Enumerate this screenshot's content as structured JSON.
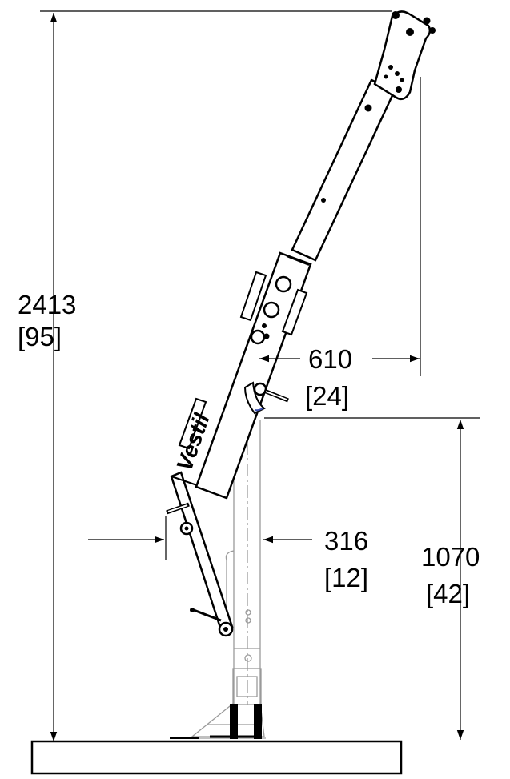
{
  "dimensions": {
    "overall_height": {
      "value": "2413",
      "unit_value": "[95]"
    },
    "reach": {
      "value": "610",
      "unit_value": "[24]"
    },
    "offset": {
      "value": "316",
      "unit_value": "[12]"
    },
    "base_height": {
      "value": "1070",
      "unit_value": "[42]"
    }
  },
  "logo": {
    "text": "Vestil"
  },
  "colors": {
    "line": "#000000",
    "ghost": "#9a9a9a",
    "background": "#ffffff",
    "accent": "#3a4fb0"
  }
}
